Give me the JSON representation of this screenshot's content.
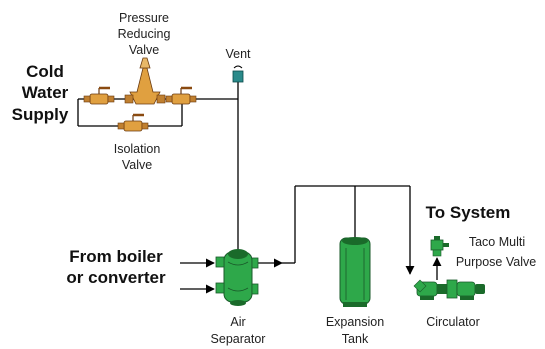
{
  "labels": {
    "cold_water_supply": [
      "Cold",
      "Water",
      "Supply"
    ],
    "pressure_reducing_valve": [
      "Pressure",
      "Reducing",
      "Valve"
    ],
    "vent": "Vent",
    "isolation_valve": [
      "Isolation",
      "Valve"
    ],
    "from_boiler": [
      "From boiler",
      "or converter"
    ],
    "to_system": "To System",
    "taco_valve": [
      "Taco Multi",
      "Purpose Valve"
    ],
    "air_separator": [
      "Air",
      "Separator"
    ],
    "expansion_tank": [
      "Expansion",
      "Tank"
    ],
    "circulator": "Circulator"
  },
  "colors": {
    "valve_body": "#e0a040",
    "valve_handle": "#8a4a10",
    "equipment_green": "#2ea84a",
    "equipment_dark": "#1a6a2a",
    "vent_teal": "#2a8a8a"
  }
}
